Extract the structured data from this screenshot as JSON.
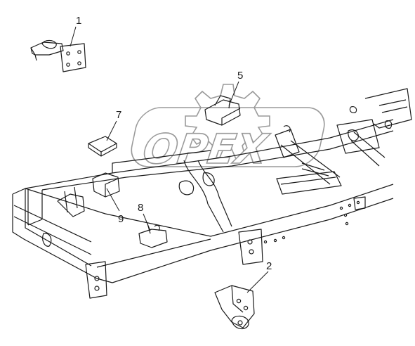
{
  "watermark": {
    "text": "OPEX",
    "color": "#9a9a9a"
  },
  "colors": {
    "line": "#1a1a1a",
    "background": "#ffffff"
  },
  "callouts": [
    {
      "id": "1",
      "label": "1"
    },
    {
      "id": "2",
      "label": "2"
    },
    {
      "id": "5",
      "label": "5"
    },
    {
      "id": "7",
      "label": "7"
    },
    {
      "id": "8",
      "label": "8"
    },
    {
      "id": "9",
      "label": "9"
    }
  ]
}
